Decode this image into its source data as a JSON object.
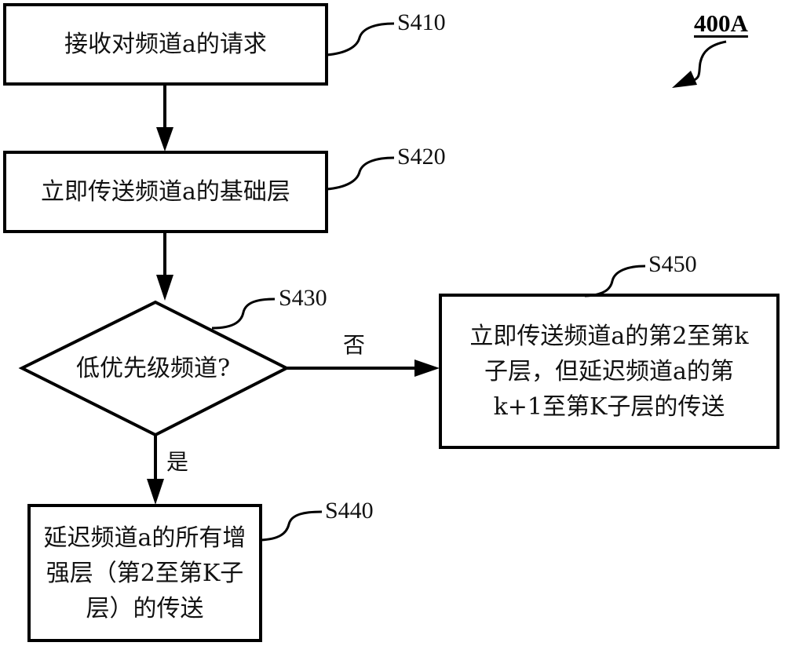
{
  "figure": {
    "label": "400A",
    "colors": {
      "stroke": "#000000",
      "background": "#ffffff",
      "text": "#111111"
    }
  },
  "nodes": {
    "s410": {
      "step": "S410",
      "shape": "process",
      "lines": [
        "接收对频道a的请求"
      ]
    },
    "s420": {
      "step": "S420",
      "shape": "process",
      "lines": [
        "立即传送频道a的基础层"
      ]
    },
    "s430": {
      "step": "S430",
      "shape": "decision",
      "lines": [
        "低优先级频道?"
      ]
    },
    "s440": {
      "step": "S440",
      "shape": "process",
      "lines": [
        "延迟频道a的所有增",
        "强层（第2至第K子",
        "层）的传送"
      ]
    },
    "s450": {
      "step": "S450",
      "shape": "process",
      "lines": [
        "立即传送频道a的第2至第k",
        "子层，但延迟频道a的第",
        "k+1至第K子层的传送"
      ]
    }
  },
  "edges": [
    {
      "from": "s410",
      "to": "s420",
      "label": ""
    },
    {
      "from": "s420",
      "to": "s430",
      "label": ""
    },
    {
      "from": "s430",
      "to": "s440",
      "label": "是"
    },
    {
      "from": "s430",
      "to": "s450",
      "label": "否"
    }
  ],
  "edge_labels": {
    "yes": "是",
    "no": "否"
  }
}
